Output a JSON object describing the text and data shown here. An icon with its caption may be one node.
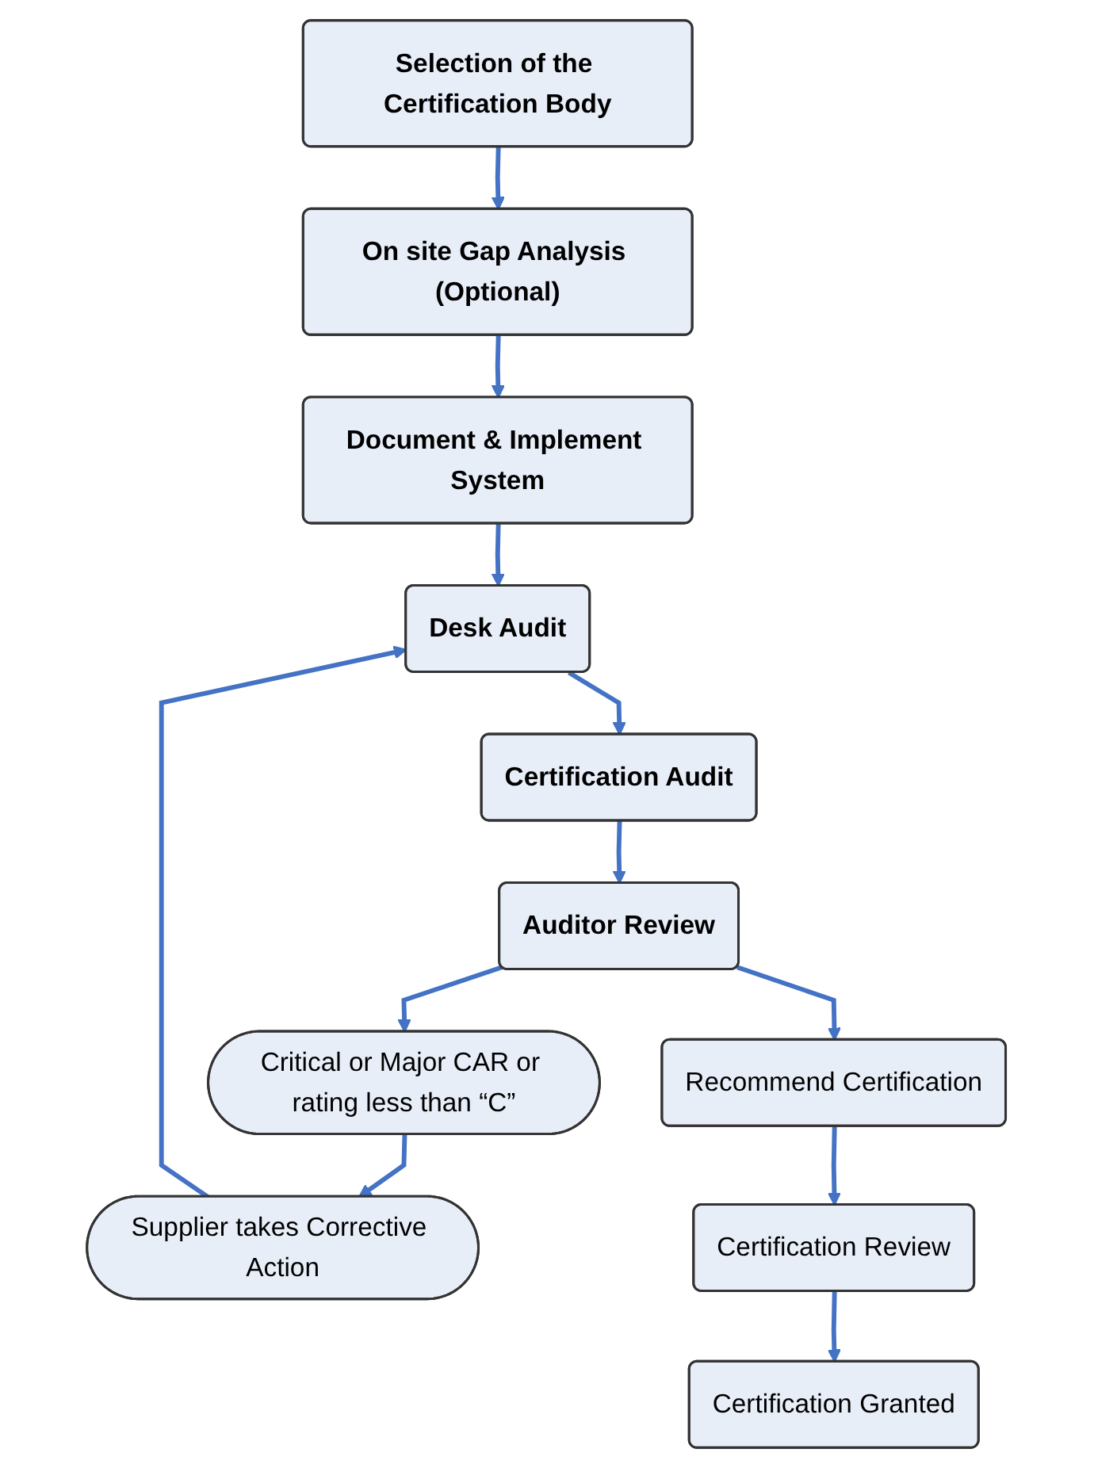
{
  "diagram": {
    "nodes": [
      {
        "text": [
          "Selection of the Certification Body"
        ]
      },
      {
        "text": [
          "On site Gap Analysis (Optional)"
        ]
      },
      {
        "text": [
          "Document & Implement System"
        ]
      },
      {
        "text": [
          "Desk Audit"
        ]
      },
      {
        "text": [
          "Certification Audit"
        ]
      },
      {
        "text": [
          "Auditor Review"
        ]
      },
      {
        "text": [
          "Critical or Major CAR or rating less than “C”"
        ]
      },
      {
        "text": [
          "Supplier takes Corrective Action"
        ]
      },
      {
        "text": [
          "Recommend Certification"
        ]
      },
      {
        "text": [
          "Certification Review"
        ]
      },
      {
        "text": [
          "Certification Granted"
        ]
      }
    ],
    "edges": [
      {
        "from": 0,
        "to": 1,
        "arrow": "to"
      },
      {
        "from": 1,
        "to": 2,
        "arrow": "to"
      },
      {
        "from": 2,
        "to": 3,
        "arrow": "to"
      },
      {
        "from": 3,
        "to": 4,
        "arrow": "to"
      },
      {
        "from": 4,
        "to": 5,
        "arrow": "to"
      },
      {
        "from": 5,
        "to": 6,
        "arrow": "to"
      },
      {
        "from": 5,
        "to": 8,
        "arrow": "to"
      },
      {
        "from": 6,
        "to": 7,
        "arrow": "to"
      },
      {
        "from": 7,
        "to": 3,
        "arrow": "to"
      },
      {
        "from": 8,
        "to": 9,
        "arrow": "to"
      },
      {
        "from": 9,
        "to": 10,
        "arrow": "to"
      }
    ]
  }
}
